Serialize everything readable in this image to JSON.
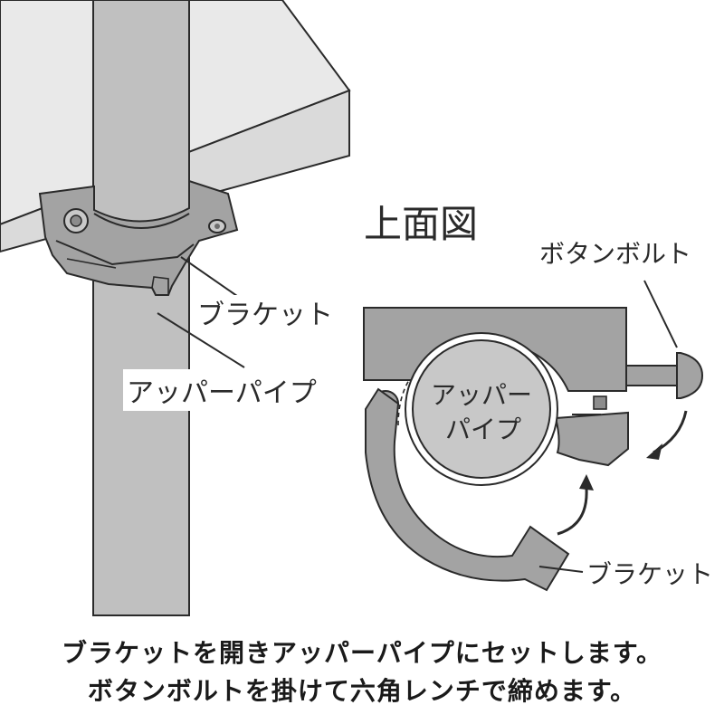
{
  "labels": {
    "top_view_title": "上面図",
    "button_bolt": "ボタンボルト",
    "bracket_left": "ブラケット",
    "upper_pipe_left": "アッパーパイプ",
    "upper_pipe_inner_line1": "アッパー",
    "upper_pipe_inner_line2": "パイプ",
    "bracket_right": "ブラケット"
  },
  "caption": {
    "line1": "ブラケットを開きアッパーパイプにセットします。",
    "line2": "ボタンボルトを掛けて六角レンチで締めます。"
  },
  "colors": {
    "metal": "#a3a3a3",
    "pipe": "#bfbfbf",
    "table": "#e7e7e7",
    "outline": "#2a2a2a"
  }
}
